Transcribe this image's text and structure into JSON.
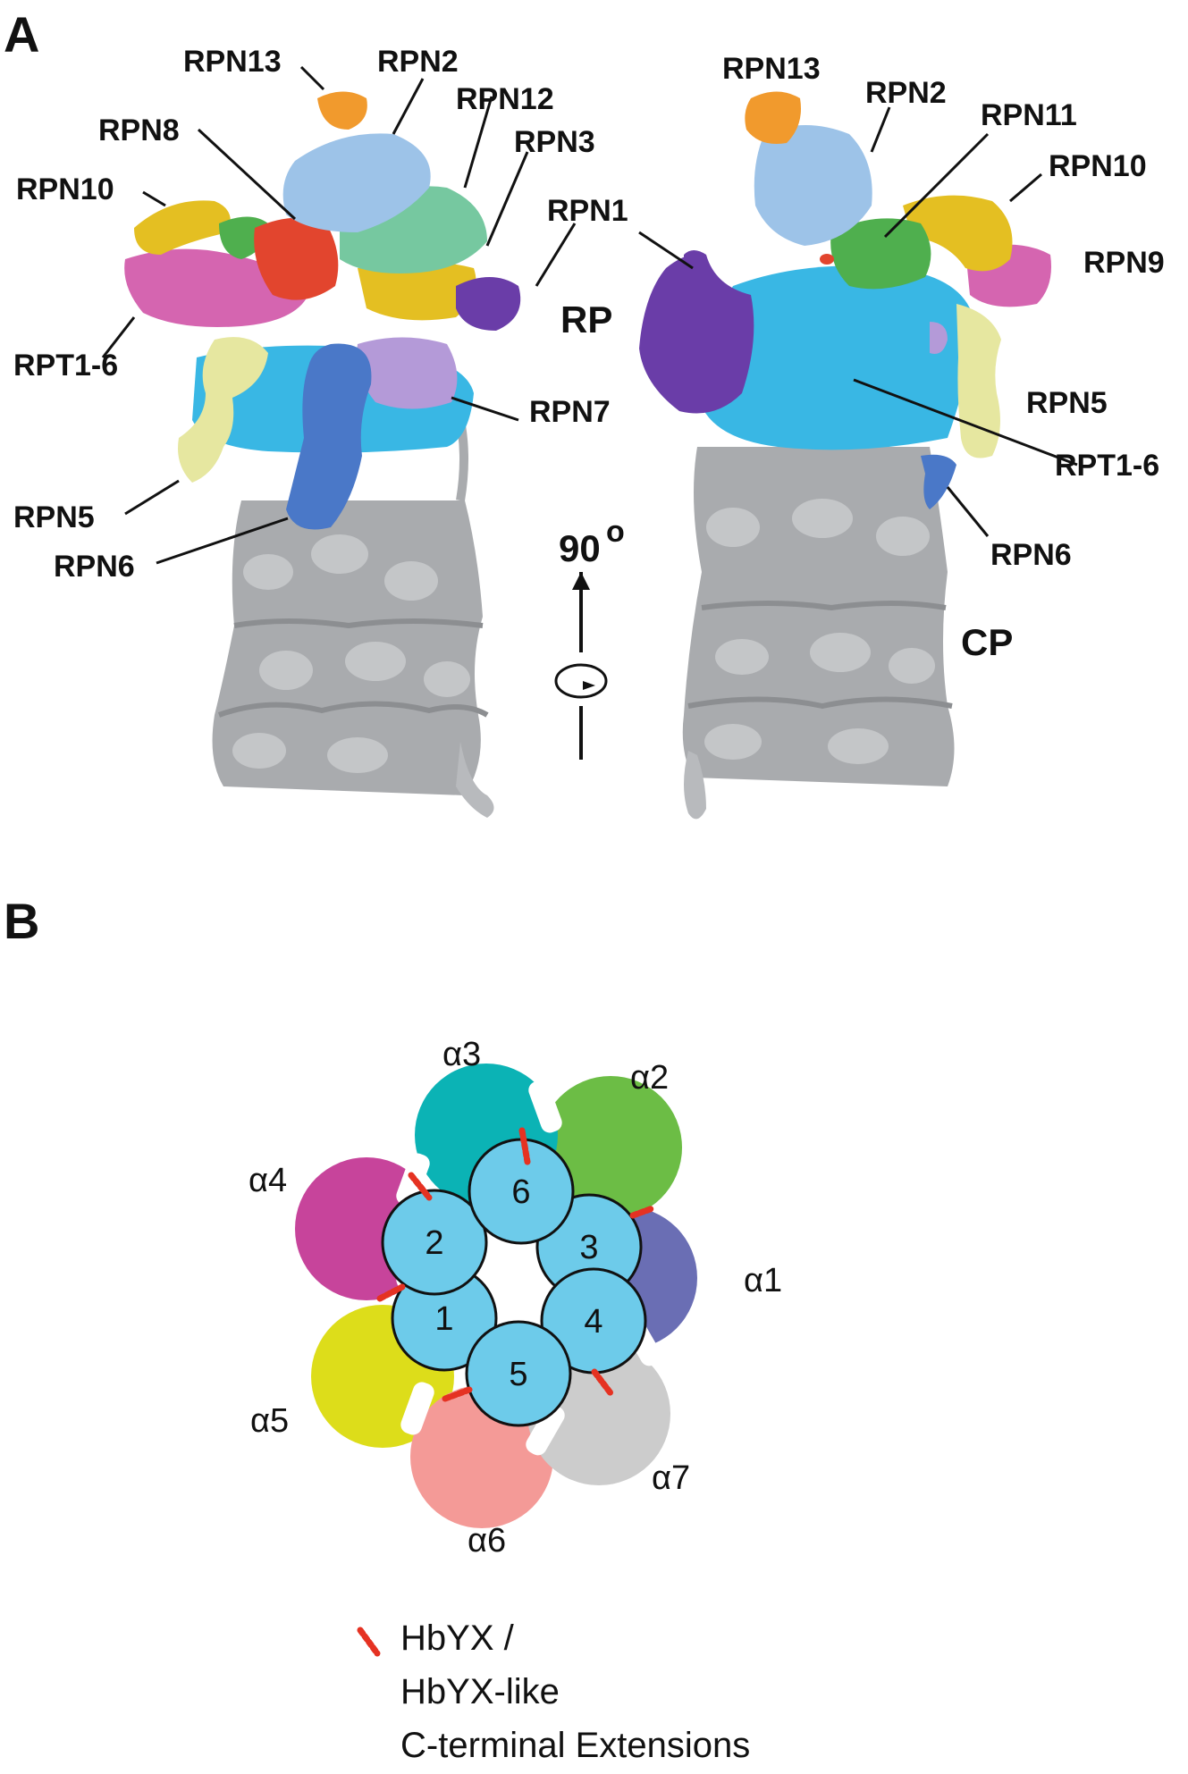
{
  "panels": {
    "a": "A",
    "b": "B"
  },
  "panel_a": {
    "left_labels": {
      "rpn13": "RPN13",
      "rpn2": "RPN2",
      "rpn12": "RPN12",
      "rpn3": "RPN3",
      "rpn8": "RPN8",
      "rpn10": "RPN10",
      "rpn1": "RPN1",
      "rpt": "RPT1-6",
      "rpn7": "RPN7",
      "rpn5": "RPN5",
      "rpn6": "RPN6"
    },
    "right_labels": {
      "rpn13": "RPN13",
      "rpn2": "RPN2",
      "rpn11": "RPN11",
      "rpn10": "RPN10",
      "rpn9": "RPN9",
      "rpn5": "RPN5",
      "rpt": "RPT1-6",
      "rpn6": "RPN6"
    },
    "rp": "RP",
    "cp": "CP",
    "rotation": "90",
    "rotation_unit": "o"
  },
  "panel_b": {
    "alpha_subunits": [
      {
        "label": "α1",
        "color": "#6a6eb4"
      },
      {
        "label": "α2",
        "color": "#6cbd45"
      },
      {
        "label": "α3",
        "color": "#0bb3b5"
      },
      {
        "label": "α4",
        "color": "#c7449b"
      },
      {
        "label": "α5",
        "color": "#dddd1a"
      },
      {
        "label": "α6",
        "color": "#f49a97"
      },
      {
        "label": "α7",
        "color": "#cccccc"
      }
    ],
    "rpt_subunits": [
      "1",
      "2",
      "3",
      "4",
      "5",
      "6"
    ],
    "rpt_color": "#6dcbea",
    "extension_color": "#e53222",
    "legend": [
      "HbYX /",
      "HbYX-like",
      "C-terminal Extensions"
    ]
  },
  "colors": {
    "cp_gray": "#a9abae",
    "rpn13": "#f19a2d",
    "rpn2": "#9dc3e8",
    "rpn12": "#76c8a0",
    "rpn3": "#e4bf22",
    "rpn8": "#e2452e",
    "rpn10": "#e4bf22",
    "rpn1": "#6a3da8",
    "rpt": "#39b7e4",
    "rpn7": "#b49ad8",
    "rpn5": "#e6e7a0",
    "rpn6": "#4a78c8",
    "rpn9": "#d565b0",
    "rpn11": "#4faf4e"
  }
}
